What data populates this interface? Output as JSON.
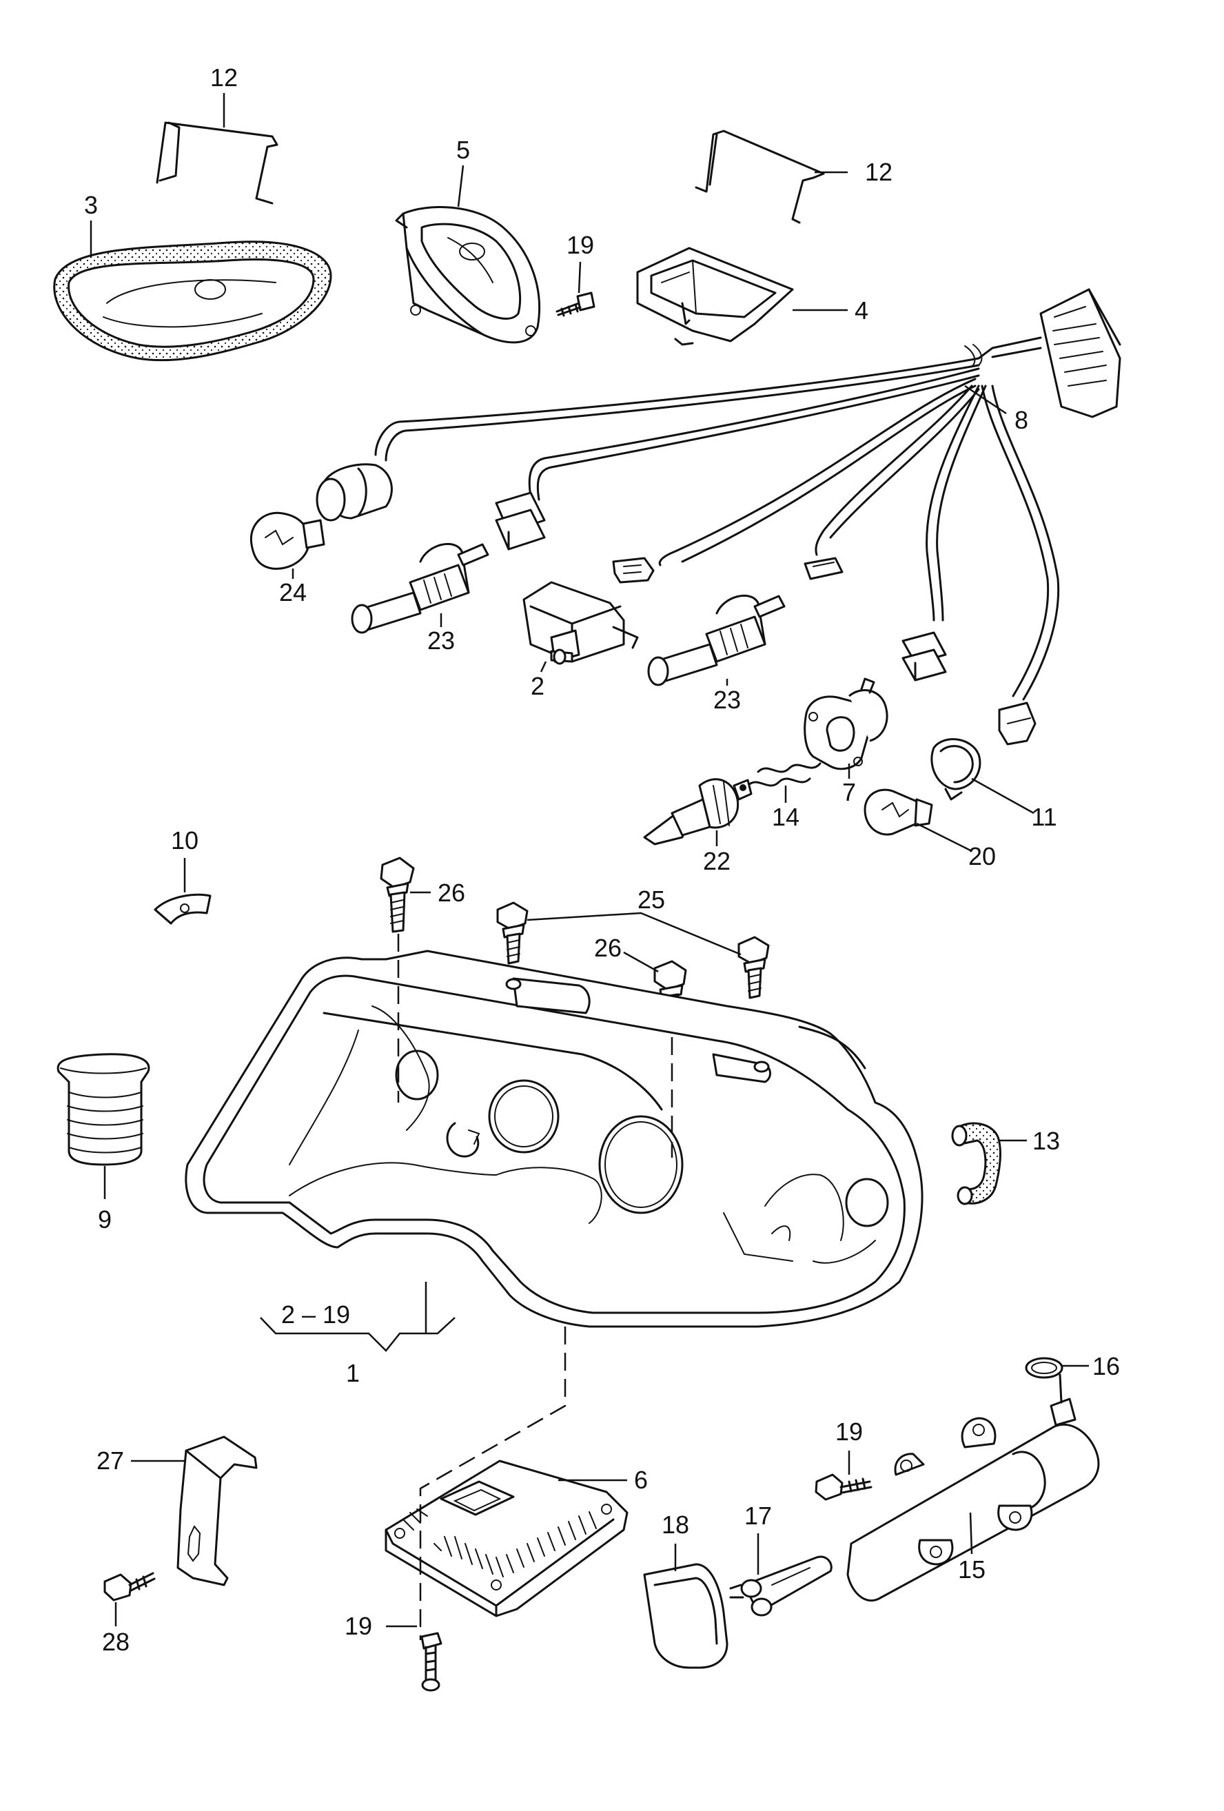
{
  "callouts": [
    {
      "id": "c12a",
      "label": "12"
    },
    {
      "id": "c3",
      "label": "3"
    },
    {
      "id": "c5",
      "label": "5"
    },
    {
      "id": "c19a",
      "label": "19"
    },
    {
      "id": "c12b",
      "label": "12"
    },
    {
      "id": "c4",
      "label": "4"
    },
    {
      "id": "c8",
      "label": "8"
    },
    {
      "id": "c24",
      "label": "24"
    },
    {
      "id": "c23a",
      "label": "23"
    },
    {
      "id": "c2",
      "label": "2"
    },
    {
      "id": "c23b",
      "label": "23"
    },
    {
      "id": "c7",
      "label": "7"
    },
    {
      "id": "c14",
      "label": "14"
    },
    {
      "id": "c22",
      "label": "22"
    },
    {
      "id": "c11",
      "label": "11"
    },
    {
      "id": "c20",
      "label": "20"
    },
    {
      "id": "c10",
      "label": "10"
    },
    {
      "id": "c26a",
      "label": "26"
    },
    {
      "id": "c25",
      "label": "25"
    },
    {
      "id": "c26b",
      "label": "26"
    },
    {
      "id": "c9",
      "label": "9"
    },
    {
      "id": "c13",
      "label": "13"
    },
    {
      "id": "c2-19",
      "label": "2 – 19"
    },
    {
      "id": "c1",
      "label": "1"
    },
    {
      "id": "c16",
      "label": "16"
    },
    {
      "id": "c19b",
      "label": "19"
    },
    {
      "id": "c27",
      "label": "27"
    },
    {
      "id": "c6",
      "label": "6"
    },
    {
      "id": "c18",
      "label": "18"
    },
    {
      "id": "c17",
      "label": "17"
    },
    {
      "id": "c15",
      "label": "15"
    },
    {
      "id": "c28",
      "label": "28"
    },
    {
      "id": "c19c",
      "label": "19"
    }
  ]
}
